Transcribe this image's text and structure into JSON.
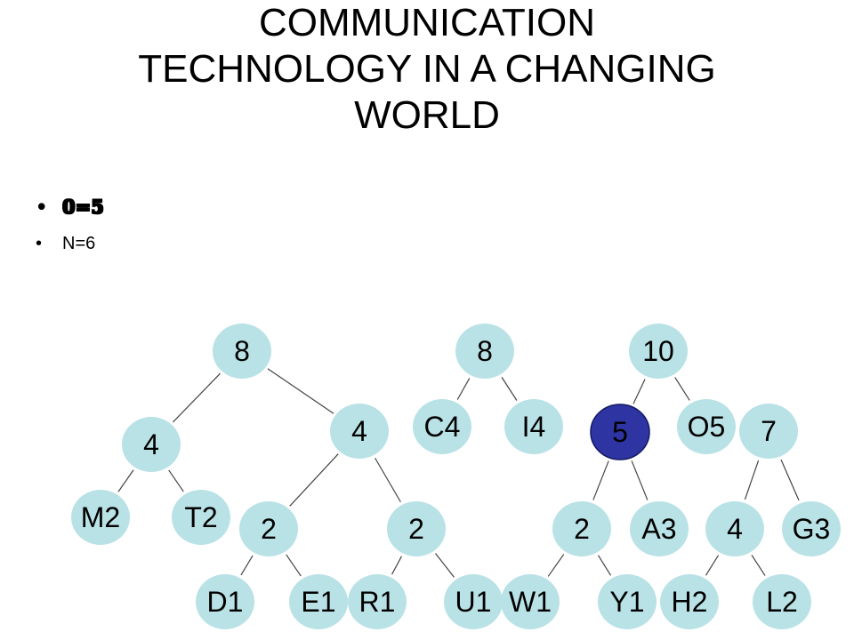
{
  "slide": {
    "title_lines": [
      "COMMUNICATION",
      "TECHNOLOGY IN A CHANGING",
      "WORLD"
    ],
    "bullets": [
      "0=5",
      "N=6"
    ]
  },
  "tree": {
    "nodes": [
      {
        "id": "n8a",
        "label": "8",
        "highlight": false
      },
      {
        "id": "n4a",
        "label": "4",
        "highlight": false
      },
      {
        "id": "n4b",
        "label": "4",
        "highlight": false
      },
      {
        "id": "nM2",
        "label": "M2",
        "highlight": false
      },
      {
        "id": "nT2",
        "label": "T2",
        "highlight": false
      },
      {
        "id": "n2a",
        "label": "2",
        "highlight": false
      },
      {
        "id": "n2b",
        "label": "2",
        "highlight": false
      },
      {
        "id": "nD1",
        "label": "D1",
        "highlight": false
      },
      {
        "id": "nE1",
        "label": "E1",
        "highlight": false
      },
      {
        "id": "nR1",
        "label": "R1",
        "highlight": false
      },
      {
        "id": "nU1",
        "label": "U1",
        "highlight": false
      },
      {
        "id": "n8b",
        "label": "8",
        "highlight": false
      },
      {
        "id": "nC4",
        "label": "C4",
        "highlight": false
      },
      {
        "id": "nI4",
        "label": "I4",
        "highlight": false
      },
      {
        "id": "n10",
        "label": "10",
        "highlight": false
      },
      {
        "id": "n5",
        "label": "5",
        "highlight": true
      },
      {
        "id": "nO5",
        "label": "O5",
        "highlight": false
      },
      {
        "id": "n2c",
        "label": "2",
        "highlight": false
      },
      {
        "id": "nA3",
        "label": "A3",
        "highlight": false
      },
      {
        "id": "nW1",
        "label": "W1",
        "highlight": false
      },
      {
        "id": "nY1",
        "label": "Y1",
        "highlight": false
      },
      {
        "id": "n7",
        "label": "7",
        "highlight": false
      },
      {
        "id": "n4c",
        "label": "4",
        "highlight": false
      },
      {
        "id": "nG3",
        "label": "G3",
        "highlight": false
      },
      {
        "id": "nH2",
        "label": "H2",
        "highlight": false
      },
      {
        "id": "nL2",
        "label": "L2",
        "highlight": false
      }
    ],
    "edges": [
      [
        "n8a",
        "n4a"
      ],
      [
        "n8a",
        "n4b"
      ],
      [
        "n4a",
        "nM2"
      ],
      [
        "n4a",
        "nT2"
      ],
      [
        "n4b",
        "n2a"
      ],
      [
        "n4b",
        "n2b"
      ],
      [
        "n2a",
        "nD1"
      ],
      [
        "n2a",
        "nE1"
      ],
      [
        "n2b",
        "nR1"
      ],
      [
        "n2b",
        "nU1"
      ],
      [
        "n8b",
        "nC4"
      ],
      [
        "n8b",
        "nI4"
      ],
      [
        "n10",
        "n5"
      ],
      [
        "n10",
        "nO5"
      ],
      [
        "n5",
        "n2c"
      ],
      [
        "n5",
        "nA3"
      ],
      [
        "n2c",
        "nW1"
      ],
      [
        "n2c",
        "nY1"
      ],
      [
        "n7",
        "n4c"
      ],
      [
        "n7",
        "nG3"
      ],
      [
        "n4c",
        "nH2"
      ],
      [
        "n4c",
        "nL2"
      ]
    ],
    "colors": {
      "node": "#b9e2e6",
      "highlight": "#2e35a3",
      "edge": "#444444"
    }
  }
}
